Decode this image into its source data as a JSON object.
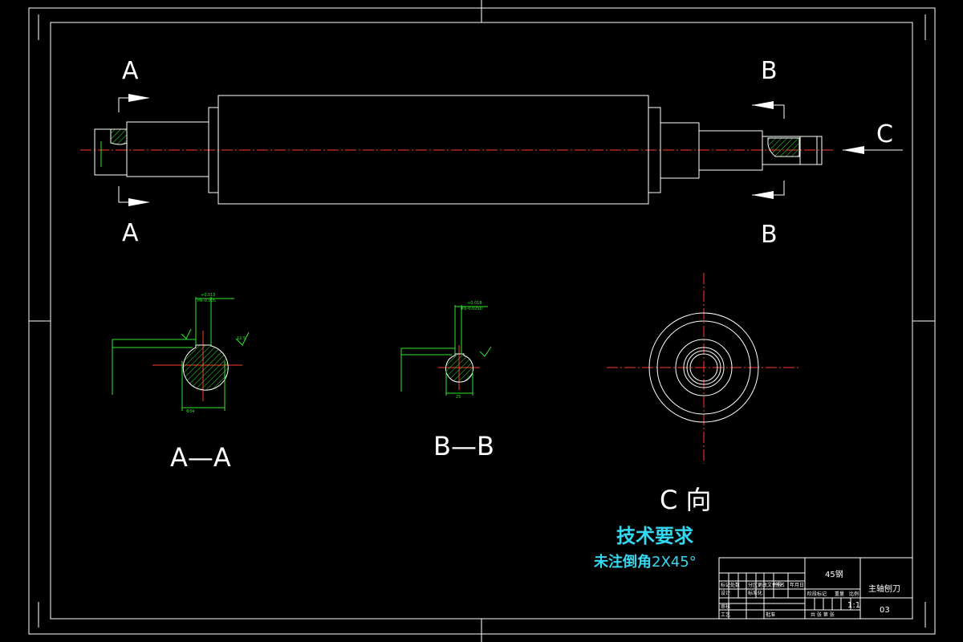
{
  "views": {
    "section_a_top": "A",
    "section_a_bottom": "A",
    "section_b_top": "B",
    "section_b_bottom": "B",
    "view_c_arrow": "C",
    "section_aa_title": "A—A",
    "section_bb_title": "B—B",
    "view_c_title": "C 向"
  },
  "technical_requirements": {
    "title": "技术要求",
    "note_prefix": "未注倒角",
    "note_value": "2X45°"
  },
  "title_block": {
    "material": "45钢",
    "part_name": "主轴刨刀",
    "scale": "1:1",
    "drawing_no": "03"
  },
  "colors": {
    "background": "#000000",
    "outline": "#ffffff",
    "center_line": "#ff3a2a",
    "dimension": "#2ee82e",
    "hatch": "#2ee82e",
    "annotation": "#34d8f0"
  }
}
